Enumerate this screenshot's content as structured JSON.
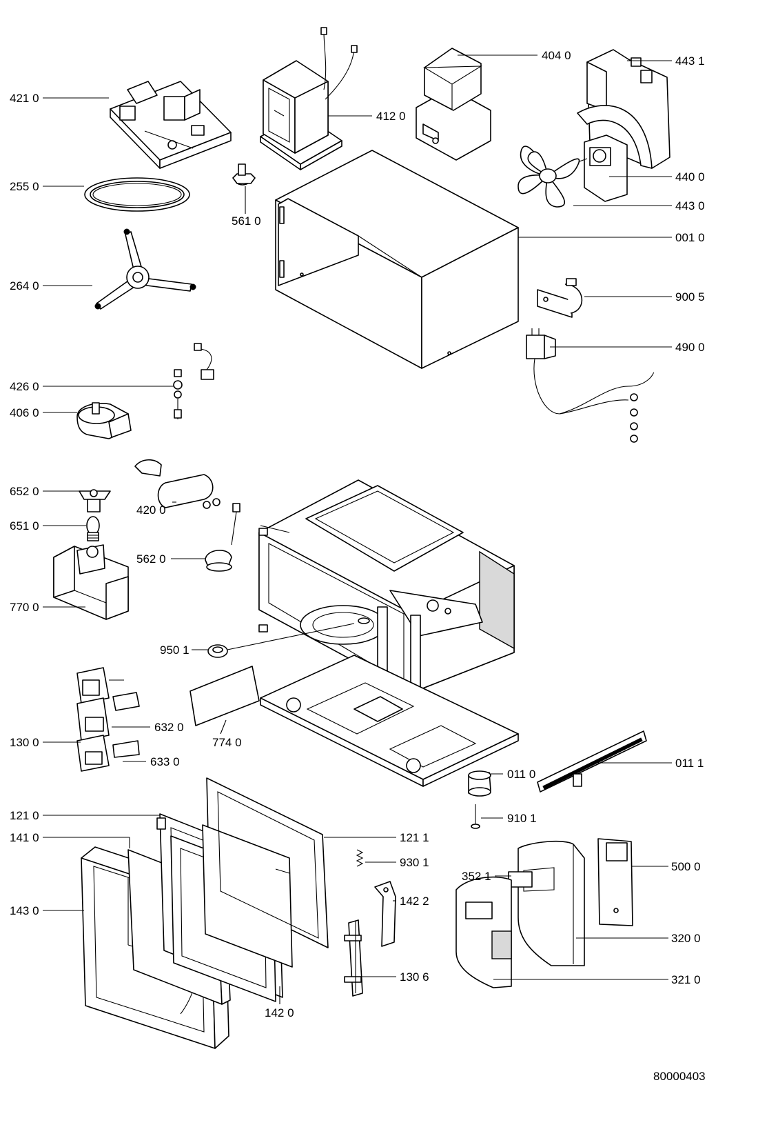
{
  "diagram": {
    "drawing_number": "80000403",
    "callouts": [
      {
        "id": "p4210",
        "label": "421 0"
      },
      {
        "id": "p2550",
        "label": "255 0"
      },
      {
        "id": "p2640",
        "label": "264 0"
      },
      {
        "id": "p4260",
        "label": "426 0"
      },
      {
        "id": "p4060",
        "label": "406 0"
      },
      {
        "id": "p6520",
        "label": "652 0"
      },
      {
        "id": "p6510",
        "label": "651 0"
      },
      {
        "id": "p7700",
        "label": "770 0"
      },
      {
        "id": "p1300",
        "label": "130 0"
      },
      {
        "id": "p1210",
        "label": "121 0"
      },
      {
        "id": "p1410",
        "label": "141 0"
      },
      {
        "id": "p1430",
        "label": "143 0"
      },
      {
        "id": "p4120",
        "label": "412 0"
      },
      {
        "id": "p5610",
        "label": "561 0"
      },
      {
        "id": "p4040",
        "label": "404 0"
      },
      {
        "id": "p4431",
        "label": "443 1"
      },
      {
        "id": "p4400",
        "label": "440 0"
      },
      {
        "id": "p4430",
        "label": "443 0"
      },
      {
        "id": "p0010",
        "label": "001 0"
      },
      {
        "id": "p9005",
        "label": "900 5"
      },
      {
        "id": "p4900",
        "label": "490 0"
      },
      {
        "id": "p4200",
        "label": "420 0"
      },
      {
        "id": "p5620",
        "label": "562 0"
      },
      {
        "id": "p9501",
        "label": "950 1"
      },
      {
        "id": "p6320",
        "label": "632 0"
      },
      {
        "id": "p7740",
        "label": "774 0"
      },
      {
        "id": "p6330",
        "label": "633 0"
      },
      {
        "id": "p0110",
        "label": "011 0"
      },
      {
        "id": "p0111",
        "label": "011 1"
      },
      {
        "id": "p9101",
        "label": "910 1"
      },
      {
        "id": "p1211",
        "label": "121 1"
      },
      {
        "id": "p9301",
        "label": "930 1"
      },
      {
        "id": "p3521",
        "label": "352 1"
      },
      {
        "id": "p5000",
        "label": "500 0"
      },
      {
        "id": "p1422",
        "label": "142 2"
      },
      {
        "id": "p3200",
        "label": "320 0"
      },
      {
        "id": "p1306",
        "label": "130 6"
      },
      {
        "id": "p3210",
        "label": "321 0"
      },
      {
        "id": "p1420",
        "label": "142 0"
      }
    ]
  }
}
